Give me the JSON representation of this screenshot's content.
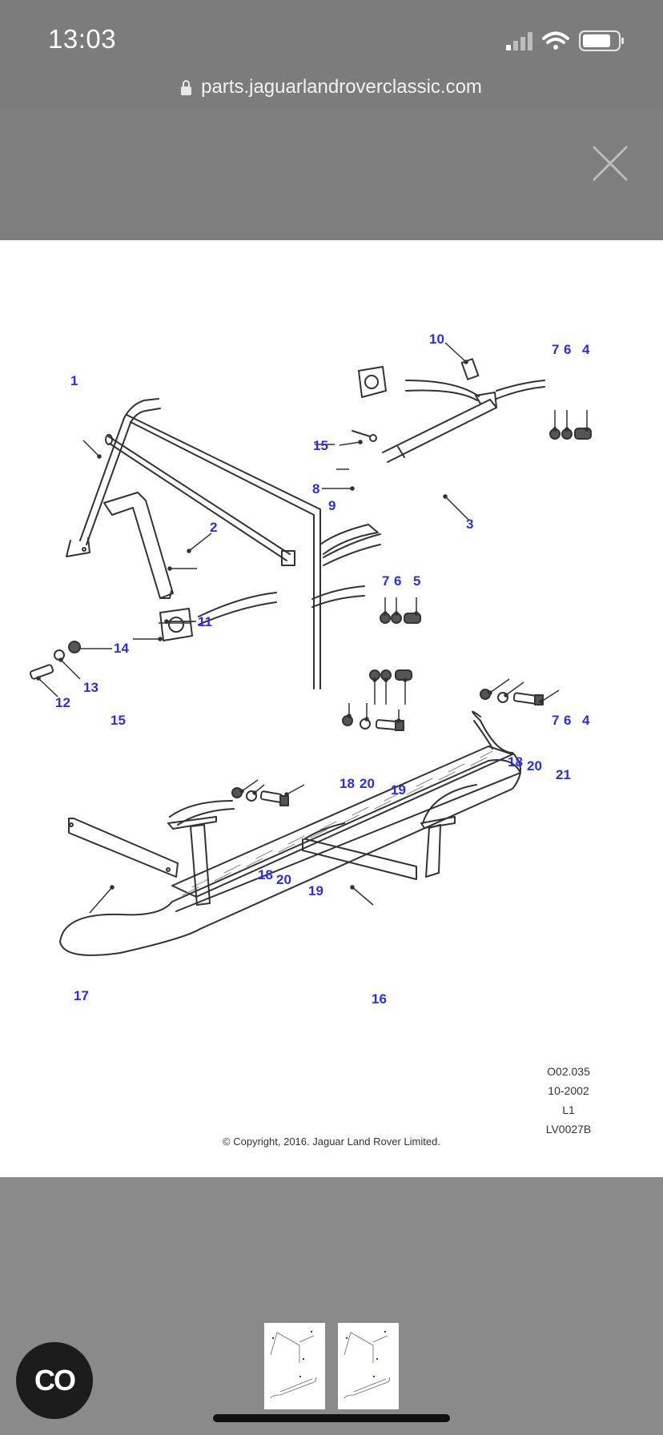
{
  "status_bar": {
    "time": "13:03",
    "icons": [
      "cellular-signal-icon",
      "wifi-icon",
      "battery-icon"
    ]
  },
  "browser": {
    "url": "parts.jaguarlandroverclassic.com"
  },
  "viewer": {
    "close_icon": "close-icon",
    "callouts": [
      "1",
      "2",
      "3",
      "4",
      "5",
      "6",
      "7",
      "8",
      "9",
      "10",
      "11",
      "12",
      "13",
      "14",
      "15",
      "16",
      "17",
      "18",
      "19",
      "20",
      "21"
    ],
    "callout_color": "#2a2cf0",
    "drawing_meta": [
      "O02.035",
      "10-2002",
      "L1",
      "LV0027B"
    ],
    "copyright": "© Copyright, 2016. Jaguar Land Rover Limited."
  },
  "bottom": {
    "app_button_label": "CO",
    "thumbnail_count": 2
  }
}
